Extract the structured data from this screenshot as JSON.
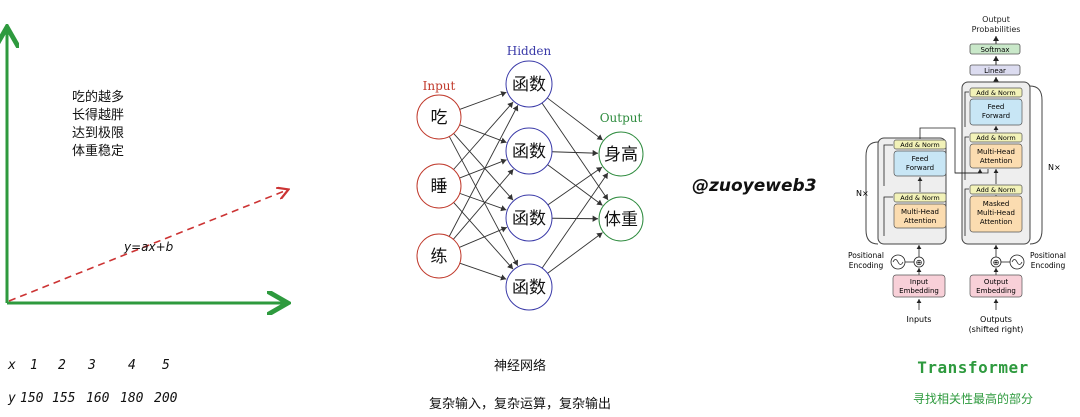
{
  "linear_panel": {
    "notes": [
      "吃的越多",
      "长得越胖",
      "达到极限",
      "体重稳定"
    ],
    "equation": "y=ax+b",
    "table": {
      "x_label": "x",
      "x_values": [
        "1",
        "2",
        "3",
        "4",
        "5"
      ],
      "y_label": "y",
      "y_values": [
        "150",
        "155",
        "160",
        "180",
        "200"
      ]
    },
    "colors": {
      "axis": "#2e9a3e",
      "line": "#cc3333"
    }
  },
  "neural_net": {
    "input_label": "Input",
    "hidden_label": "Hidden",
    "output_label": "Output",
    "inputs": [
      "吃",
      "睡",
      "练"
    ],
    "hidden": [
      "函数",
      "函数",
      "函数",
      "函数"
    ],
    "outputs": [
      "身高",
      "体重"
    ],
    "caption": "神经网络",
    "subcaption": "复杂输入，复杂运算，复杂输出",
    "colors": {
      "input": "#c0392b",
      "hidden": "#3a3aa8",
      "output": "#2e8b3e"
    }
  },
  "watermark": "@zuoyeweb3",
  "transformer": {
    "output_probabilities": [
      "Output",
      "Probabilities"
    ],
    "softmax": "Softmax",
    "linear": "Linear",
    "add_norm": "Add & Norm",
    "feed_forward": [
      "Feed",
      "Forward"
    ],
    "multi_head_attention": [
      "Multi-Head",
      "Attention"
    ],
    "masked_multi_head_attention": [
      "Masked",
      "Multi-Head",
      "Attention"
    ],
    "nx": "N×",
    "positional_encoding": [
      "Positional",
      "Encoding"
    ],
    "input_embedding": [
      "Input",
      "Embedding"
    ],
    "output_embedding": [
      "Output",
      "Embedding"
    ],
    "inputs": "Inputs",
    "outputs": [
      "Outputs",
      "(shifted right)"
    ],
    "plus": "⊕",
    "title": "Transformer",
    "subtitle": "寻找相关性最高的部分",
    "colors": {
      "softmax": "#c9e8c9",
      "linear": "#dcdcf0",
      "add_norm": "#f2f2b8",
      "feed_forward": "#c8e6f5",
      "attention": "#fbdcb0",
      "embedding": "#f8d0d8",
      "block": "#eeeeee"
    }
  }
}
